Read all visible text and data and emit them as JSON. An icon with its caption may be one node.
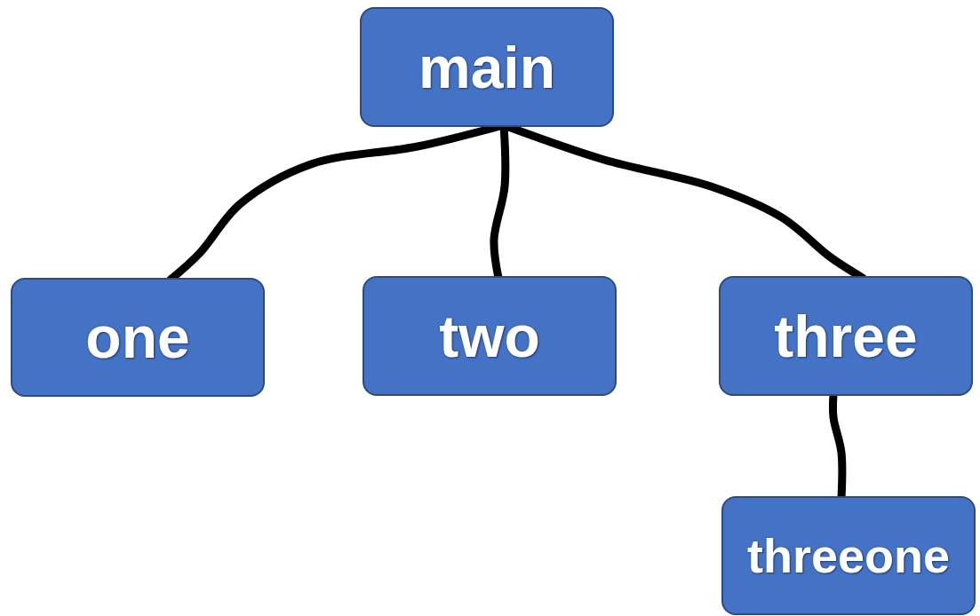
{
  "diagram": {
    "nodes": [
      {
        "text": [
          "main"
        ]
      },
      {
        "text": [
          "one"
        ]
      },
      {
        "text": [
          "two"
        ]
      },
      {
        "text": [
          "three"
        ]
      },
      {
        "text": [
          "threeone"
        ]
      }
    ],
    "edges": [
      {
        "from": 0,
        "to": 1,
        "arrow": "none"
      },
      {
        "from": 0,
        "to": 2,
        "arrow": "none"
      },
      {
        "from": 0,
        "to": 3,
        "arrow": "none"
      },
      {
        "from": 3,
        "to": 4,
        "arrow": "none"
      }
    ]
  }
}
